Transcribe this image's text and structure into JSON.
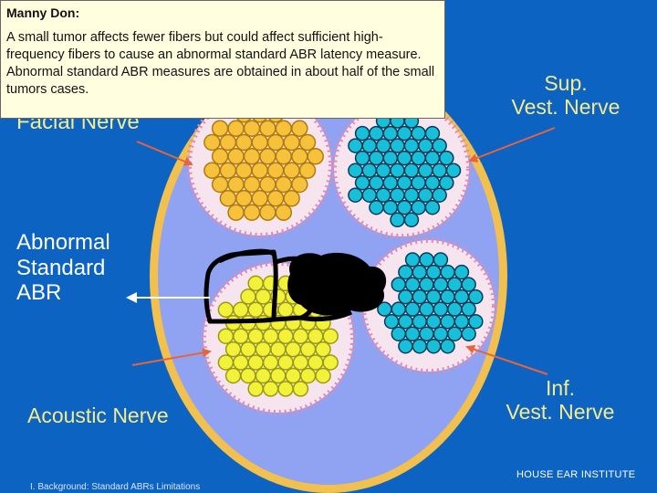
{
  "slide": {
    "title_fragment": "c",
    "comment": {
      "author": "Manny Don:",
      "text": "A small tumor affects fewer fibers but could affect sufficient high-frequency fibers to cause an abnormal standard ABR latency measure.  Abnormal standard ABR measures are obtained in about half of the small tumors cases."
    },
    "labels": {
      "facial_nerve": "Facial Nerve",
      "sup_vest_line1": "Sup.",
      "sup_vest_line2": "Vest. Nerve",
      "abnormal_line1": "Abnormal",
      "abnormal_line2": "Standard",
      "abnormal_line3": "ABR",
      "acoustic_nerve": "Acoustic Nerve",
      "inf_vest_line1": "Inf.",
      "inf_vest_line2": "Vest. Nerve"
    },
    "footer_left": "I. Background: Standard ABRs Limitations",
    "footer_right": "HOUSE  EAR  INSTITUTE"
  },
  "colors": {
    "background": "#0d63c2",
    "label_yellow": "#f4eb8c",
    "nerve_disc": "#8fa3f2",
    "disc_rim": "#f2c04e",
    "facial_fiber": "#f7c23b",
    "acoustic_fiber": "#f2f23a",
    "vestibular_fiber": "#17c0d8",
    "tumor": "#000000",
    "arrow": "#e8643c"
  }
}
